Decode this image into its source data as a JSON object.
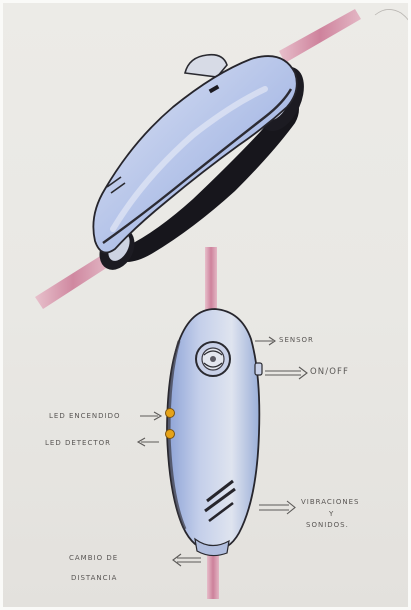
{
  "sketch": {
    "labels": {
      "sensor": "Sensor",
      "on_off": "On/Off",
      "led_encendido": "Led encendido",
      "led_detector": "Led Detector",
      "vibraciones": "Vibraciones",
      "vibraciones_y": "y",
      "sonidos": "Sonidos.",
      "cambio_de": "Cambio de",
      "distancia": "Distancia"
    },
    "colors": {
      "paper": "#ecebe7",
      "device_body": "#b7c6ea",
      "device_dark": "#1c1b22",
      "cane": "#c9708f",
      "led": "#e6a318"
    }
  }
}
